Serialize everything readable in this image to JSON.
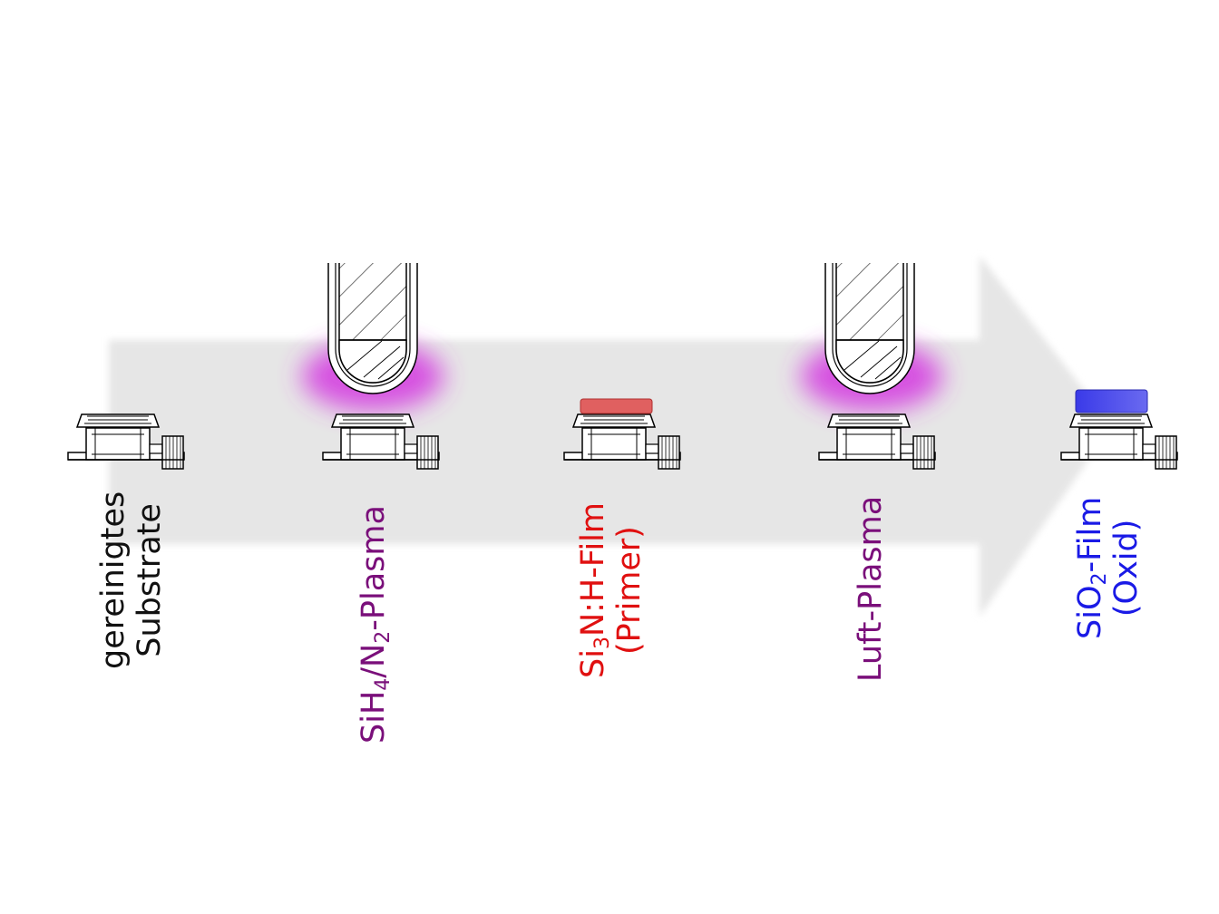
{
  "colors": {
    "arrow": "#e6e6e6",
    "plasma_glow": "#d43fe0",
    "primer_film": "#e06060",
    "oxide_film": "#4545e6",
    "label_substrate": "#111111",
    "label_plasma": "#7a0f7a",
    "label_primer": "#e01010",
    "label_oxide": "#1a1ae6"
  },
  "steps": [
    {
      "name": "substrate",
      "line1": "gereinigtes",
      "line2": "Substrate"
    },
    {
      "name": "sih4-n2-plasma",
      "part1": "SiH",
      "sub1": "4",
      "part2": "/N",
      "sub2": "2",
      "part3": "-Plasma"
    },
    {
      "name": "primer",
      "part1": "Si",
      "sub1": "3",
      "part2": "N:H-Film",
      "line2": "(Primer)"
    },
    {
      "name": "air-plasma",
      "line1": "Luft-Plasma"
    },
    {
      "name": "oxide",
      "part1": "SiO",
      "sub1": "2",
      "part2": "-Film",
      "line2": "(Oxid)"
    }
  ],
  "icons": {
    "substrate_holder": "substrate-holder-icon",
    "plasma_nozzle": "plasma-nozzle-icon"
  }
}
